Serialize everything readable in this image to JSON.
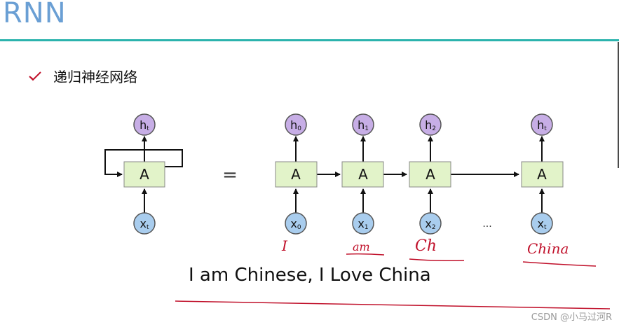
{
  "slide": {
    "title": "RNN",
    "bullet_text": "递归神经网络",
    "caption": "I am Chinese, I Love China",
    "watermark": "CSDN @小马过河R"
  },
  "diagram": {
    "cell_label": "A",
    "equals": "=",
    "ellipsis": "...",
    "folded": {
      "hidden": "h",
      "hidden_sub": "t",
      "input": "x",
      "input_sub": "t"
    },
    "unrolled": [
      {
        "hidden": "h",
        "hidden_sub": "0",
        "input": "x",
        "input_sub": "0"
      },
      {
        "hidden": "h",
        "hidden_sub": "1",
        "input": "x",
        "input_sub": "1"
      },
      {
        "hidden": "h",
        "hidden_sub": "2",
        "input": "x",
        "input_sub": "2"
      },
      {
        "hidden": "h",
        "hidden_sub": "t",
        "input": "x",
        "input_sub": "t"
      }
    ],
    "handwritten": [
      "I",
      "am",
      "Ch",
      "China"
    ]
  },
  "colors": {
    "title": "#6a9fd4",
    "rule": "#2bb3ad",
    "cell_fill": "#e2f3c9",
    "hidden_fill": "#c7aee6",
    "input_fill": "#a9cdee",
    "annotation": "#c0102a"
  }
}
